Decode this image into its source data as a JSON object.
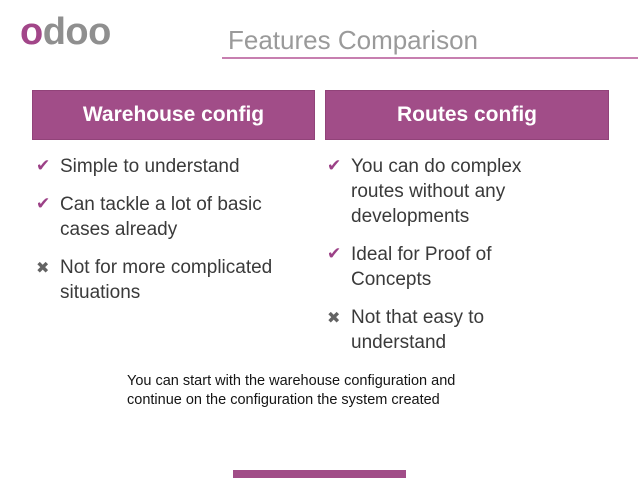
{
  "colors": {
    "brand_purple": "#a14d88",
    "logo_purple": "#a24689",
    "logo_gray": "#8f8f8f",
    "title_gray": "#9a9a9a",
    "underline_pink": "#c77fb0",
    "body_text": "#3a3a3a",
    "check_purple": "#9c4187",
    "cross_gray": "#636363",
    "footer_text": "#141414"
  },
  "header": {
    "logo_first_letter": "o",
    "logo_rest": "doo",
    "title": "Features Comparison"
  },
  "icons": {
    "check": "✔",
    "cross": "✖"
  },
  "columns": [
    {
      "header": "Warehouse config",
      "items": [
        {
          "icon": "check",
          "text": "Simple to understand"
        },
        {
          "icon": "check",
          "text": "Can tackle a lot of basic cases already"
        },
        {
          "icon": "cross",
          "text": "Not for more complicated situations"
        }
      ]
    },
    {
      "header": "Routes config",
      "items": [
        {
          "icon": "check",
          "text": "You can do complex routes without any developments"
        },
        {
          "icon": "check",
          "text": "Ideal for Proof of Concepts"
        },
        {
          "icon": "cross",
          "text": "Not that easy to understand"
        }
      ]
    }
  ],
  "footer": {
    "lines": [
      "You can start with the warehouse configuration and",
      "continue on the configuration the system created"
    ]
  }
}
